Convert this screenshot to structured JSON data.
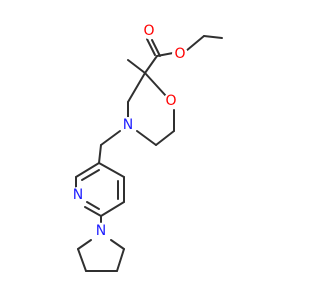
{
  "molecule": {
    "atoms": [
      {
        "id": "n_morph",
        "symbol": "N",
        "color": "#2020ff"
      },
      {
        "id": "o_ring",
        "symbol": "O",
        "color": "#ff0000"
      },
      {
        "id": "o_carbonyl",
        "symbol": "O",
        "color": "#ff0000"
      },
      {
        "id": "o_ester",
        "symbol": "O",
        "color": "#ff0000"
      },
      {
        "id": "n_pyridine",
        "symbol": "N",
        "color": "#2020ff"
      },
      {
        "id": "n_pyrrolidine",
        "symbol": "N",
        "color": "#2020ff"
      }
    ],
    "bond_color": "#303030"
  }
}
